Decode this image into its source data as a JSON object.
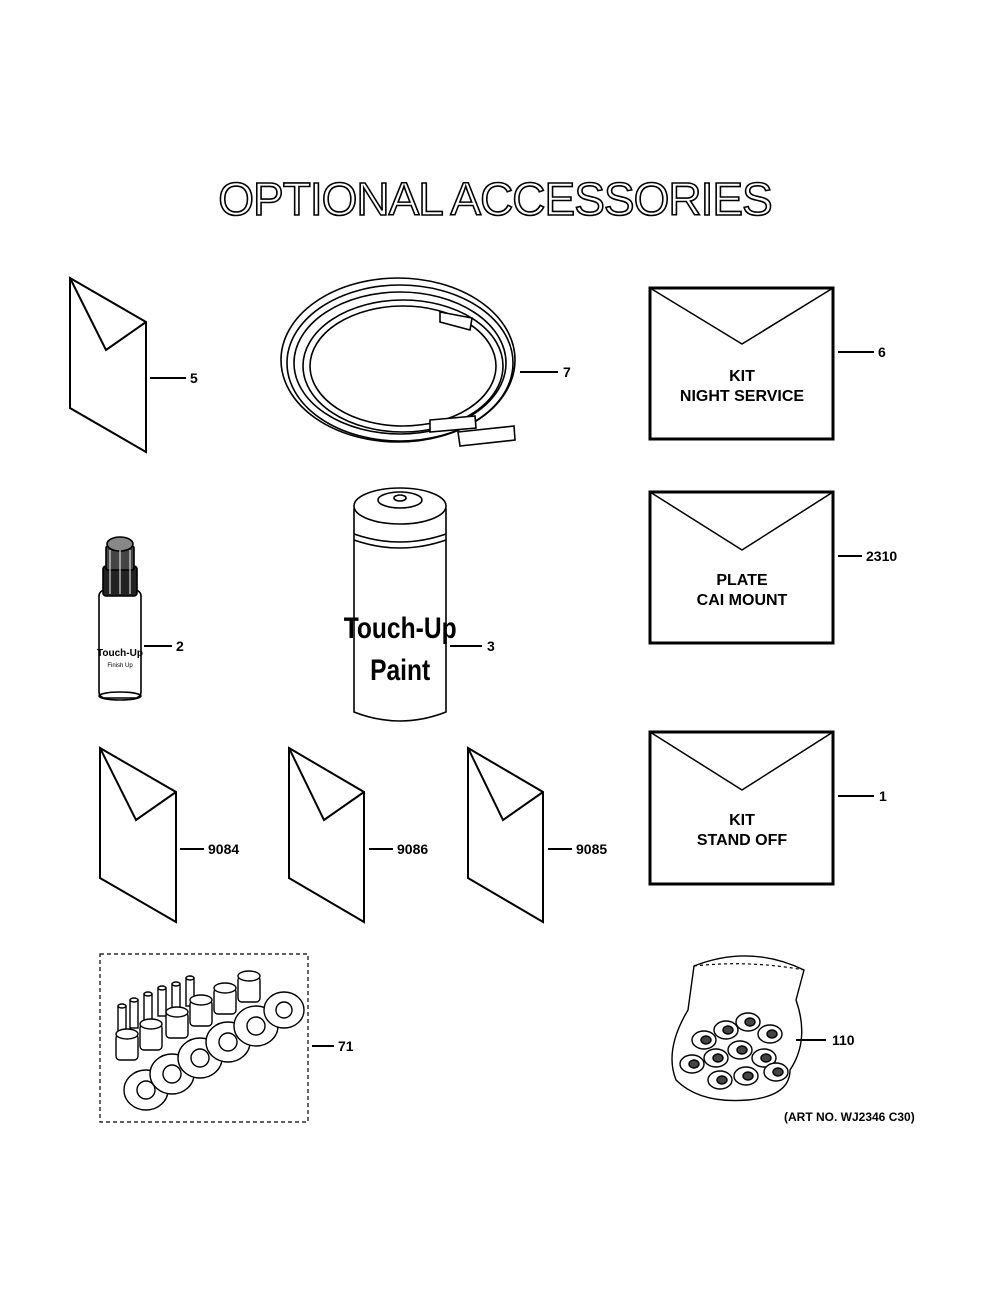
{
  "title": "OPTIONAL ACCESSORIES",
  "art_number": "(ART NO. WJ2346 C30)",
  "callouts": {
    "item_5": "5",
    "item_7": "7",
    "item_6": "6",
    "item_2310": "2310",
    "item_2": "2",
    "item_3": "3",
    "item_1": "1",
    "item_9084": "9084",
    "item_9086": "9086",
    "item_9085": "9085",
    "item_71": "71",
    "item_110": "110"
  },
  "kits": {
    "night_service": {
      "line1": "KIT",
      "line2": "NIGHT SERVICE"
    },
    "cai_mount": {
      "line1": "PLATE",
      "line2": "CAI MOUNT"
    },
    "stand_off": {
      "line1": "KIT",
      "line2": "STAND OFF"
    }
  },
  "paint_can": {
    "line1": "Touch-Up",
    "line2": "Paint"
  },
  "paint_pen": {
    "line1": "Touch-Up",
    "line2": "Finish Up"
  }
}
